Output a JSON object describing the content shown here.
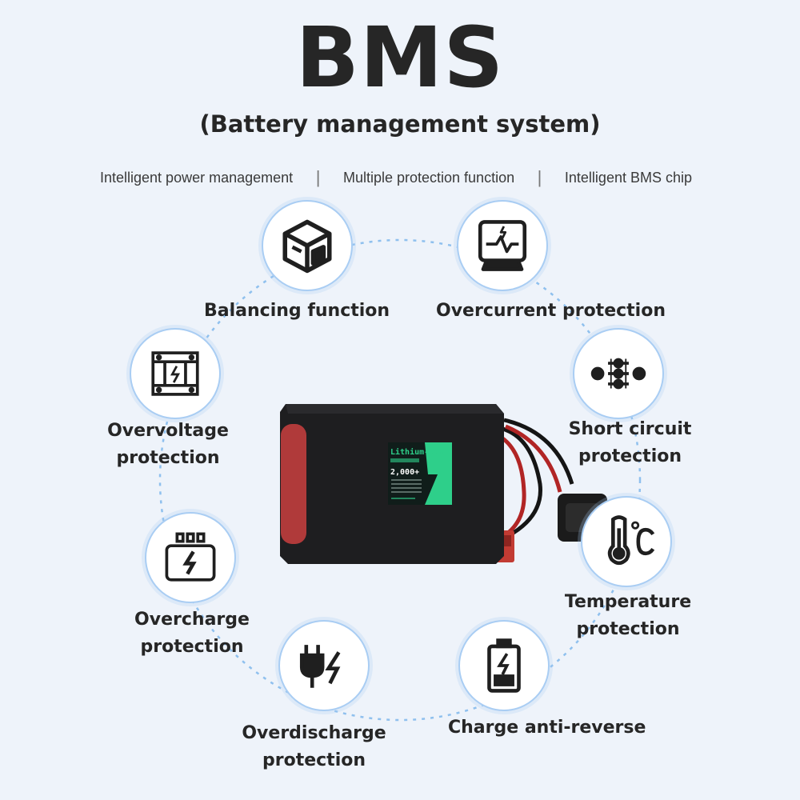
{
  "header": {
    "title": "BMS",
    "subtitle": "(Battery management system)"
  },
  "taglines": [
    "Intelligent power management",
    "Multiple protection function",
    "Intelligent BMS chip"
  ],
  "features": [
    {
      "label": "Balancing function",
      "icon": "cube-icon"
    },
    {
      "label": "Overcurrent protection",
      "icon": "monitor-pulse-icon"
    },
    {
      "label_lines": [
        "Short circuit",
        "protection"
      ],
      "icon": "slider-switch-icon"
    },
    {
      "label_lines": [
        "Temperature",
        "protection"
      ],
      "icon": "thermometer-celsius-icon"
    },
    {
      "label": "Charge anti-reverse",
      "icon": "battery-bolt-icon"
    },
    {
      "label_lines": [
        "Overdischarge",
        "protection"
      ],
      "icon": "plug-bolt-icon"
    },
    {
      "label_lines": [
        "Overcharge",
        "protection"
      ],
      "icon": "charger-bolt-icon"
    },
    {
      "label_lines": [
        "Overvoltage",
        "protection"
      ],
      "icon": "voltage-panel-icon"
    }
  ],
  "product": {
    "screen_title": "Lithium-ion",
    "screen_value": "2,000+",
    "colors": {
      "body": "#1e1e20",
      "accent": "#2ecf8a",
      "screen": "#101d1a",
      "end_cap": "#b03a3a"
    }
  },
  "colors": {
    "ring": "#8fc0ee",
    "text": "#262626",
    "background": "#eef3fa"
  }
}
